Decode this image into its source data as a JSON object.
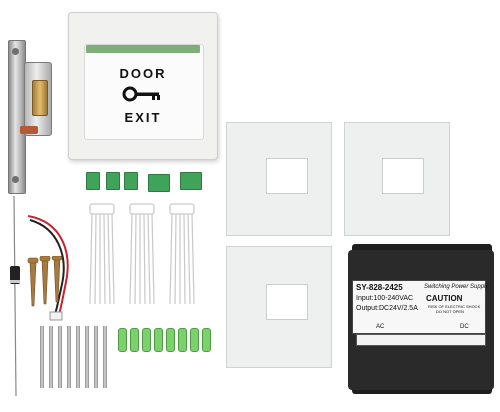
{
  "exit_button": {
    "line1": "DOOR",
    "line2": "EXIT",
    "icon": "key-icon"
  },
  "power_supply": {
    "model": "SY-828-2425",
    "type_label": "Switching Power Supply",
    "input": "Input:100-240VAC",
    "output": "Output:DC24V/2.5A",
    "caution_title": "CAUTION",
    "caution_line1": "RISK OF ELECTRIC SHOCK",
    "caution_line2": "DO NOT OPEN",
    "ac_label": "AC",
    "dc_label": "DC"
  },
  "colors": {
    "terminal_green": "#3fa35a",
    "anchor_green": "#7bd16a",
    "psu_black": "#2a2a2a",
    "strip_green": "#7fae7a"
  }
}
